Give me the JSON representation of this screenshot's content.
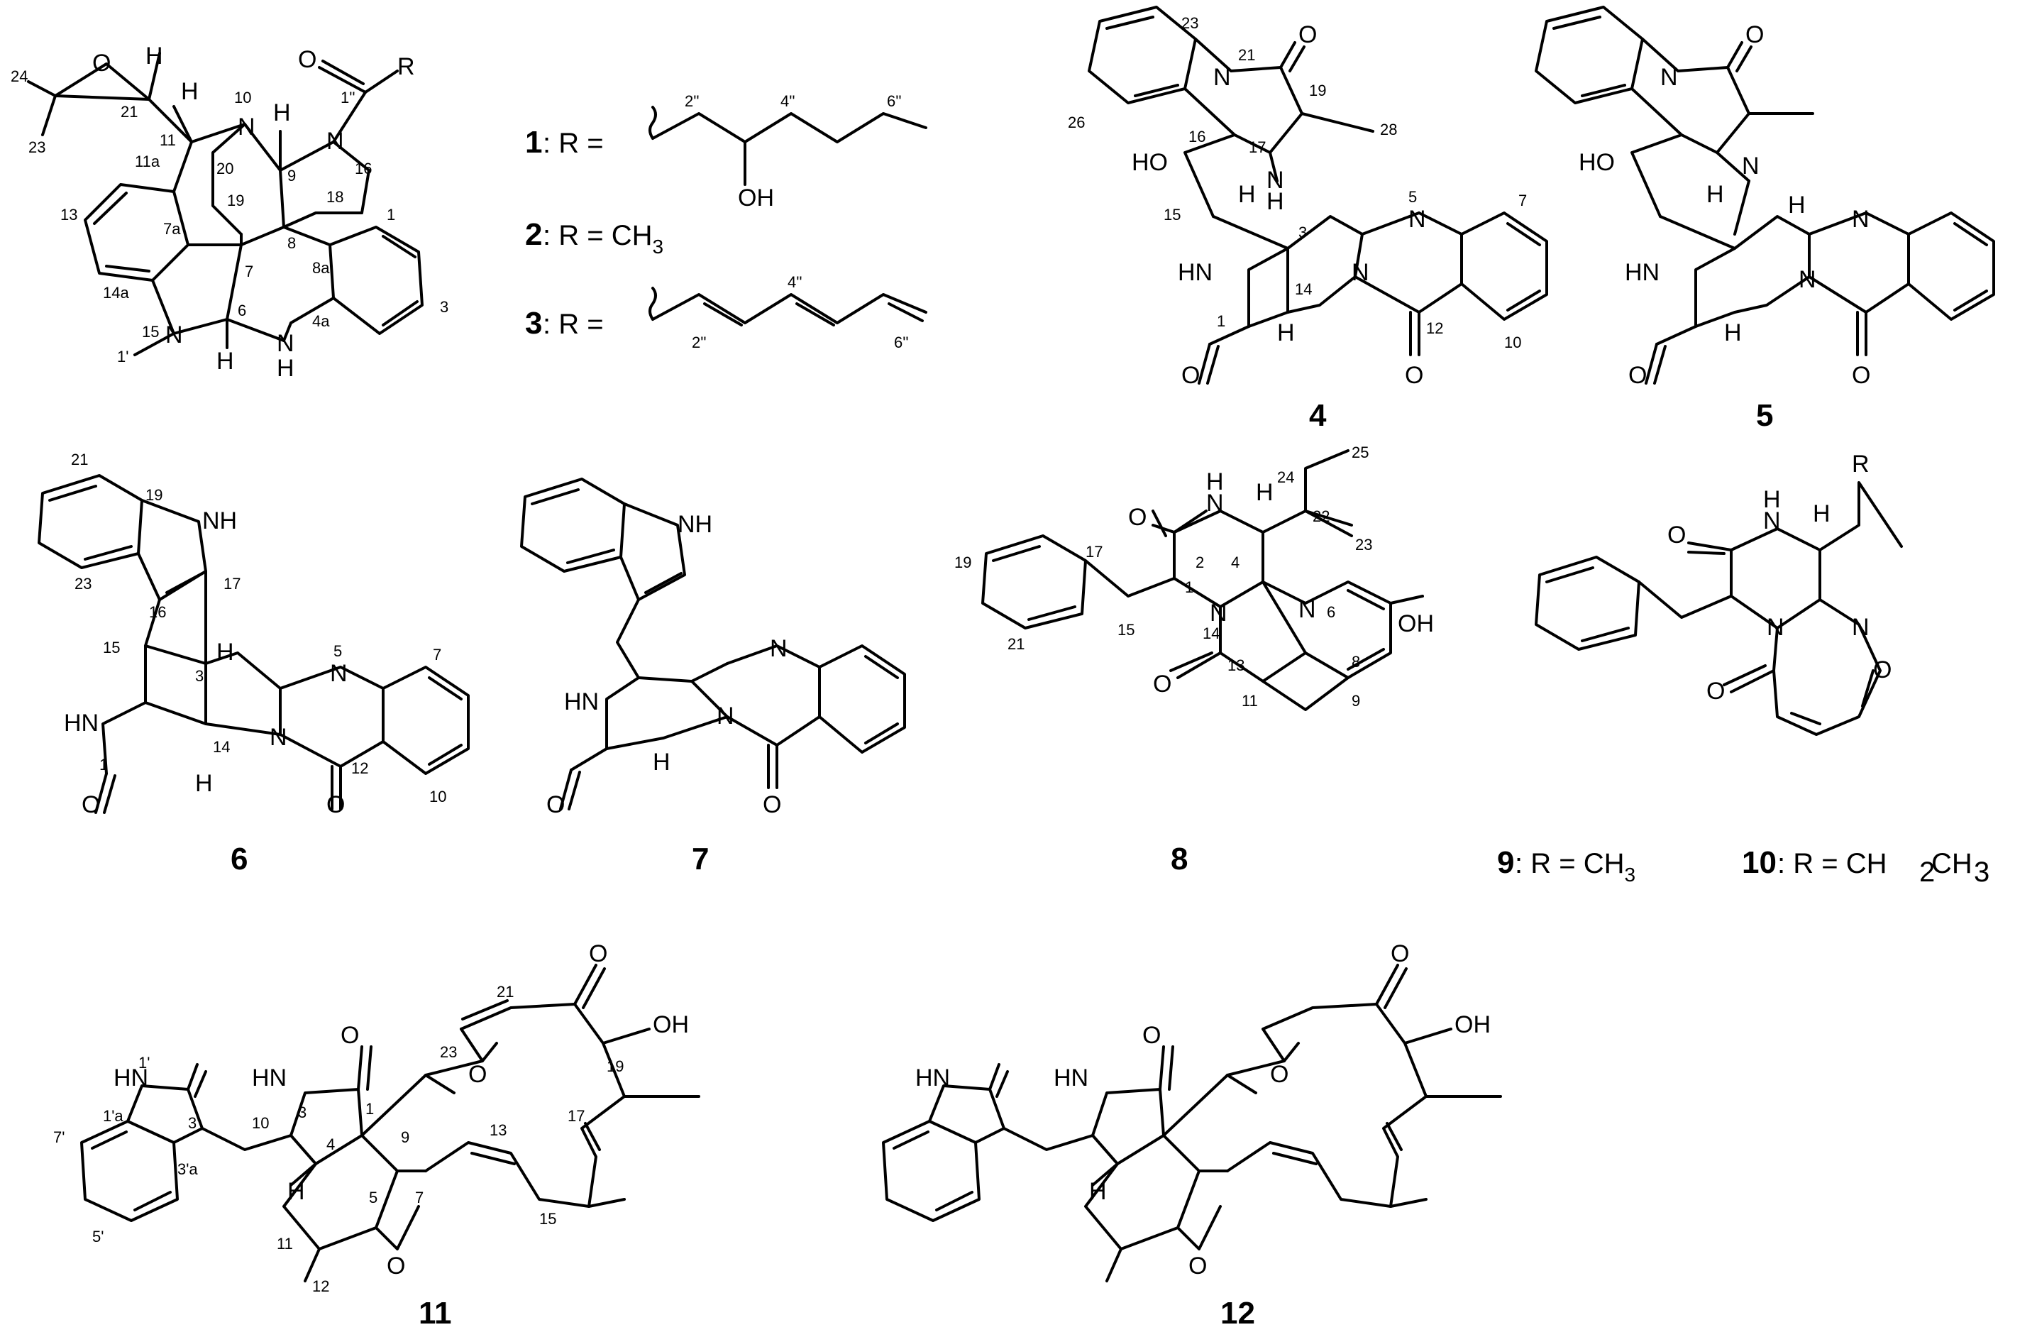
{
  "compound_labels": [
    "1",
    "2",
    "3",
    "4",
    "5",
    "6",
    "7",
    "8",
    "9",
    "10",
    "11",
    "12"
  ],
  "r_definitions": [
    {
      "n": "1",
      "sep": ": R = ",
      "val": ""
    },
    {
      "n": "2",
      "sep": ": R = CH",
      "val": "3"
    },
    {
      "n": "3",
      "sep": ": R = ",
      "val": ""
    },
    {
      "n": "9",
      "sep": ": R = CH",
      "val": "3"
    },
    {
      "n": "10",
      "sep": ": R = CH",
      "val": "2CH3"
    }
  ],
  "atoms": {
    "O": "O",
    "N": "N",
    "H": "H",
    "R": "R",
    "HN": "HN",
    "NH": "NH",
    "HO": "HO",
    "OH": "OH",
    "N1p": "N"
  },
  "locants_1": [
    "24",
    "23",
    "21",
    "11",
    "10",
    "20",
    "19",
    "11a",
    "13",
    "7a",
    "14a",
    "15",
    "1'",
    "6",
    "7",
    "8",
    "8a",
    "9",
    "18",
    "16",
    "1''",
    "1",
    "3",
    "4a"
  ],
  "locants_R": [
    "2''",
    "4''",
    "6''",
    "2''",
    "4''",
    "6''"
  ],
  "locants_4": [
    "23",
    "21",
    "19",
    "28",
    "26",
    "16",
    "17",
    "15",
    "3",
    "5",
    "7",
    "14",
    "1",
    "12",
    "10"
  ],
  "locants_6": [
    "21",
    "19",
    "23",
    "16",
    "17",
    "15",
    "3",
    "5",
    "7",
    "14",
    "1",
    "12",
    "10"
  ],
  "locants_8": [
    "25",
    "24",
    "22",
    "23",
    "17",
    "19",
    "21",
    "15",
    "4",
    "1",
    "2",
    "14",
    "6",
    "13",
    "8",
    "11",
    "9"
  ],
  "locants_11": [
    "1'",
    "1'a",
    "7'",
    "3'",
    "3'a",
    "5'",
    "10",
    "3",
    "4",
    "1",
    "23",
    "21",
    "19",
    "9",
    "17",
    "13",
    "5",
    "7",
    "11",
    "12",
    "15"
  ],
  "colors": {
    "ink": "#000000",
    "background": "#ffffff"
  }
}
